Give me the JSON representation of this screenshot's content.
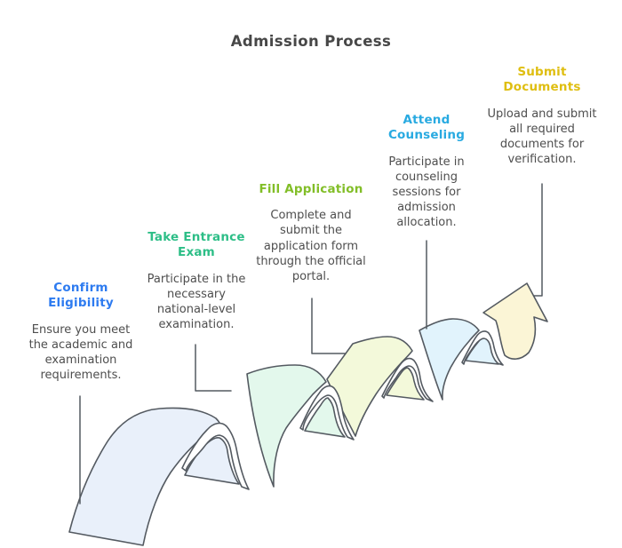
{
  "title": "Admission Process",
  "colors": {
    "title_text": "#474747",
    "body_text": "#4e4e4e",
    "outline": "#545a61",
    "fold_backside": "#ffffff"
  },
  "steps": [
    {
      "label": "Confirm Eligibility",
      "description": "Ensure you meet the academic and examination requirements.",
      "label_color": "#2d7bf0",
      "ribbon_fill": "#e9f0fa"
    },
    {
      "label": "Take Entrance Exam",
      "description": "Participate in the necessary national-level examination.",
      "label_color": "#2dbe87",
      "ribbon_fill": "#e3f8ec"
    },
    {
      "label": "Fill Application",
      "description": "Complete and submit the application form through the official portal.",
      "label_color": "#82be28",
      "ribbon_fill": "#f3f9da"
    },
    {
      "label": "Attend Counseling",
      "description": "Participate in counseling sessions for admission allocation.",
      "label_color": "#28aae1",
      "ribbon_fill": "#e1f3fc"
    },
    {
      "label": "Submit Documents",
      "description": "Upload and submit all required documents for verification.",
      "label_color": "#dfbe10",
      "ribbon_fill": "#fbf5d6"
    }
  ]
}
